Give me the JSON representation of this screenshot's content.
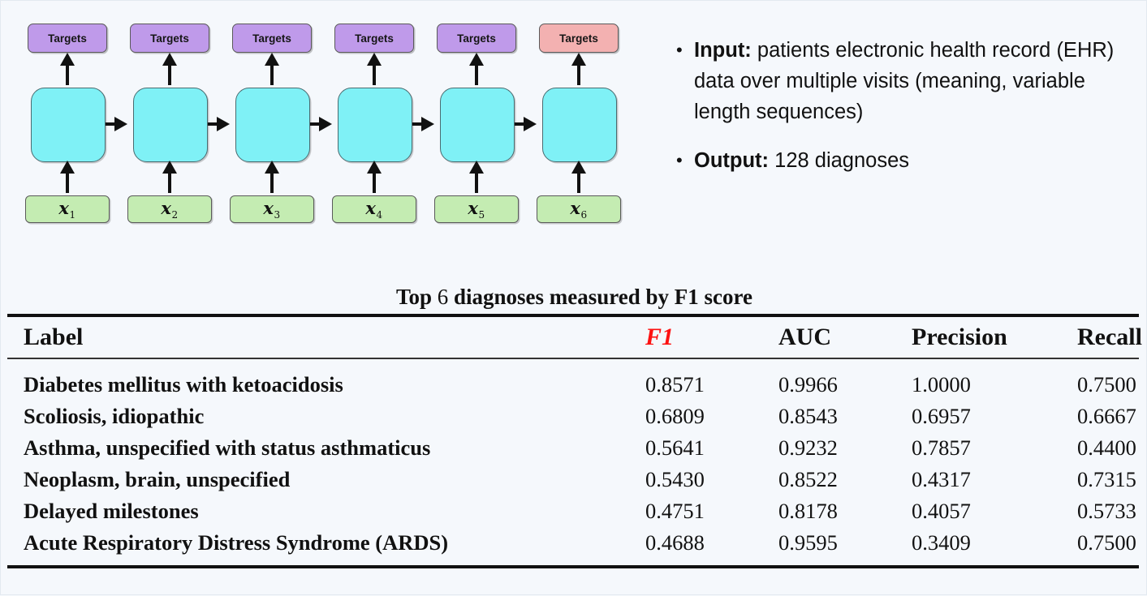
{
  "diagram": {
    "cells": [
      {
        "target_label": "Targets",
        "target_color": "#bf9aea",
        "input_label": "x",
        "input_sub": "1"
      },
      {
        "target_label": "Targets",
        "target_color": "#bf9aea",
        "input_label": "x",
        "input_sub": "2"
      },
      {
        "target_label": "Targets",
        "target_color": "#bf9aea",
        "input_label": "x",
        "input_sub": "3"
      },
      {
        "target_label": "Targets",
        "target_color": "#bf9aea",
        "input_label": "x",
        "input_sub": "4"
      },
      {
        "target_label": "Targets",
        "target_color": "#bf9aea",
        "input_label": "x",
        "input_sub": "5"
      },
      {
        "target_label": "Targets",
        "target_color": "#f3b1b1",
        "input_label": "x",
        "input_sub": "6"
      }
    ],
    "colors": {
      "target_purple": "#bf9aea",
      "target_pink": "#f3b1b1",
      "cell_cyan": "#7ff1f6",
      "input_green": "#c4ecb2",
      "arrow": "#111111"
    }
  },
  "bullets": [
    {
      "marker": "•",
      "bold": "Input:",
      "text": " patients electronic health record (EHR) data over multiple visits (meaning, variable length sequences)"
    },
    {
      "marker": "•",
      "bold": "Output:",
      "text": " 128 diagnoses"
    }
  ],
  "table": {
    "title_pre": "Top ",
    "title_num": "6",
    "title_post": " diagnoses measured by F1 score",
    "title_full": "Top 6 diagnoses measured by F1 score",
    "columns": [
      "Label",
      "F1",
      "AUC",
      "Precision",
      "Recall"
    ],
    "highlight_column": "F1",
    "highlight_color": "#fd1111",
    "rows": [
      {
        "label": "Diabetes mellitus with ketoacidosis",
        "f1": "0.8571",
        "auc": "0.9966",
        "precision": "1.0000",
        "recall": "0.7500"
      },
      {
        "label": "Scoliosis, idiopathic",
        "f1": "0.6809",
        "auc": "0.8543",
        "precision": "0.6957",
        "recall": "0.6667"
      },
      {
        "label": "Asthma, unspecified with status asthmaticus",
        "f1": "0.5641",
        "auc": "0.9232",
        "precision": "0.7857",
        "recall": "0.4400"
      },
      {
        "label": "Neoplasm, brain, unspecified",
        "f1": "0.5430",
        "auc": "0.8522",
        "precision": "0.4317",
        "recall": "0.7315"
      },
      {
        "label": "Delayed milestones",
        "f1": "0.4751",
        "auc": "0.8178",
        "precision": "0.4057",
        "recall": "0.5733"
      },
      {
        "label": "Acute Respiratory Distress Syndrome (ARDS)",
        "f1": "0.4688",
        "auc": "0.9595",
        "precision": "0.3409",
        "recall": "0.7500"
      }
    ]
  }
}
